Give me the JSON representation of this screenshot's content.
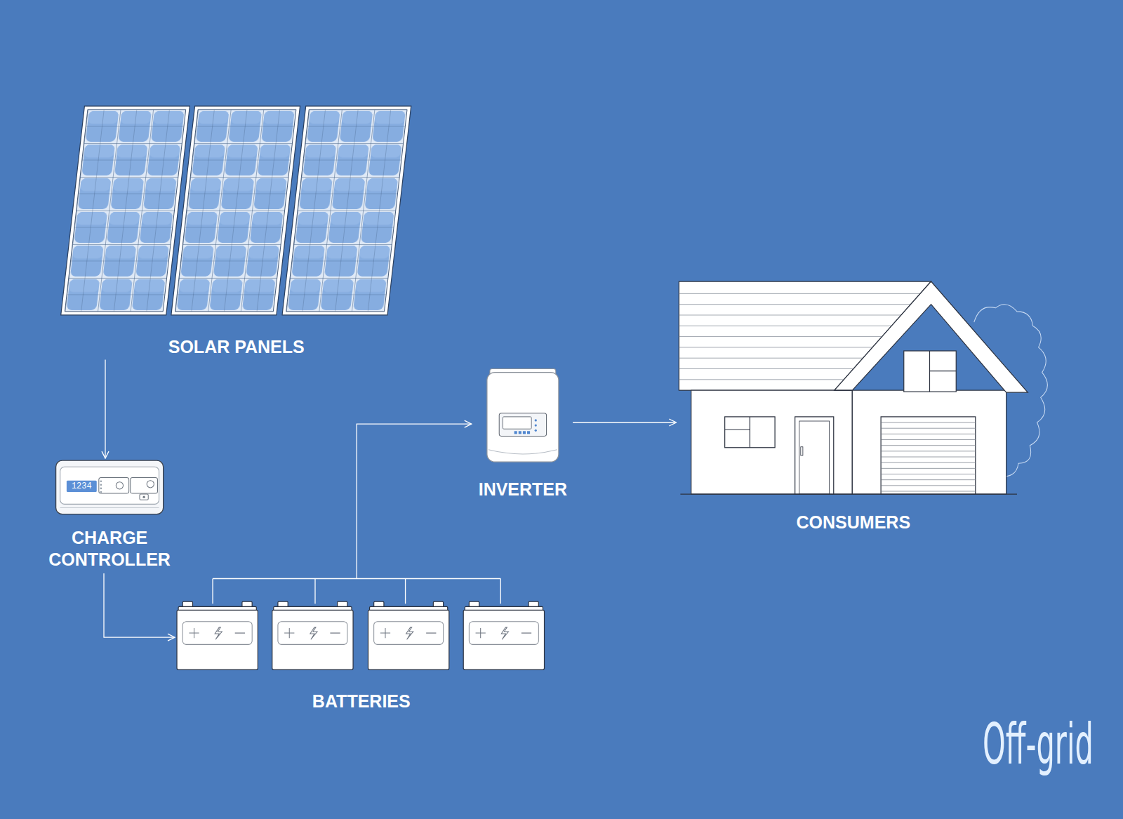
{
  "diagram": {
    "nodes": [
      {
        "text": [
          "SOLAR PANELS"
        ]
      },
      {
        "text": [
          "CHARGE CONTROLLER"
        ]
      },
      {
        "text": [
          "INVERTER"
        ]
      },
      {
        "text": [
          "CONSUMERS"
        ]
      },
      {
        "text": [
          "BATTERIES"
        ]
      }
    ],
    "edges": [
      {
        "from": 0,
        "to": 1,
        "arrow": "to"
      },
      {
        "from": 1,
        "to": 4,
        "arrow": "to"
      },
      {
        "from": 4,
        "to": 2,
        "arrow": "to"
      },
      {
        "from": 2,
        "to": 3,
        "arrow": "to"
      }
    ],
    "labels": [
      "1234",
      "Off-grid"
    ]
  }
}
